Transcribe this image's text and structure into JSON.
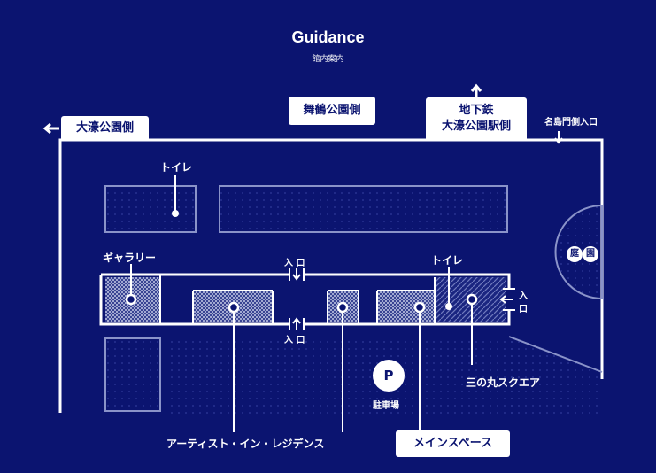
{
  "header": {
    "title": "Guidance",
    "subtitle": "館内案内"
  },
  "directions": {
    "oohori": "大濠公園側",
    "maizuru": "舞鶴公園側",
    "subway_line1": "地下鉄",
    "subway_line2": "大濠公園駅側",
    "meijomon": "名島門側入口"
  },
  "labels": {
    "toilet_top": "トイレ",
    "gallery": "ギャラリー",
    "entrance_top": "入 口",
    "entrance_bottom": "入 口",
    "toilet_right": "トイレ",
    "entrance_right_1": "入",
    "entrance_right_2": "口",
    "garden_1": "庭",
    "garden_2": "園",
    "sannomaru": "三の丸スクエア",
    "parking_symbol": "P",
    "parking": "駐車場",
    "residence": "アーティスト・イン・レジデンス",
    "mainspace": "メインスペース"
  },
  "colors": {
    "background": "#0b1470",
    "line": "#ffffff",
    "accent": "#8a93c9"
  }
}
